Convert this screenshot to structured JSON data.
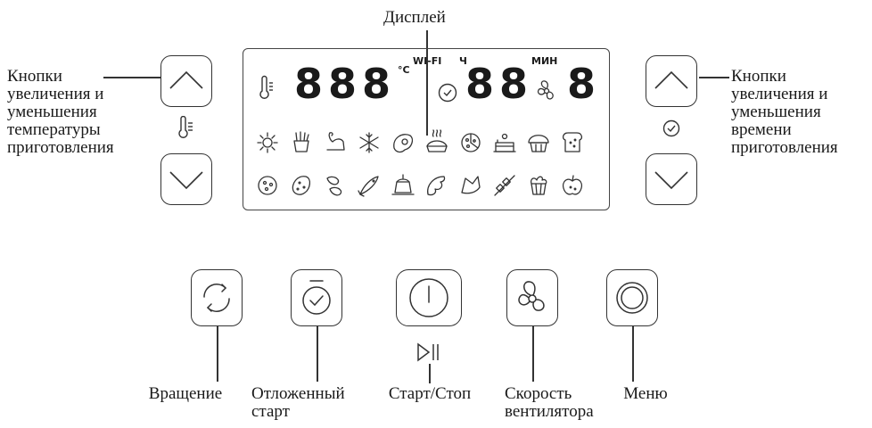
{
  "callouts": {
    "display": "Дисплей",
    "temp_buttons": [
      "Кнопки",
      "увеличения и",
      "уменьшения",
      "температуры",
      "приготовления"
    ],
    "time_buttons": [
      "Кнопки",
      "увеличения и",
      "уменьшения",
      "времени",
      "приготовления"
    ]
  },
  "display": {
    "temp_digits": "888",
    "temp_unit": "°C",
    "wifi": "WI-FI",
    "hours": "Ч",
    "minutes": "МИН",
    "time_digits": "88",
    "fan_digit": "8"
  },
  "buttons": {
    "rotation": "Вращение",
    "delayed_start": [
      "Отложенный",
      "старт"
    ],
    "start_stop": "Старт/Стоп",
    "fan_speed": [
      "Скорость",
      "вентилятора"
    ],
    "menu": "Меню"
  },
  "icons": {
    "row1": [
      "sun-icon",
      "fries-icon",
      "chicken-icon",
      "defrost-icon",
      "steak-icon",
      "pie-icon",
      "pizza-icon",
      "cake-icon",
      "muffin-icon",
      "toast-icon"
    ],
    "row2": [
      "cookie-icon",
      "potato-icon",
      "sausage-icon",
      "fish-icon",
      "pudding-icon",
      "croissant-icon",
      "wing-icon",
      "skewer-icon",
      "popcorn-icon",
      "apple-icon"
    ]
  }
}
